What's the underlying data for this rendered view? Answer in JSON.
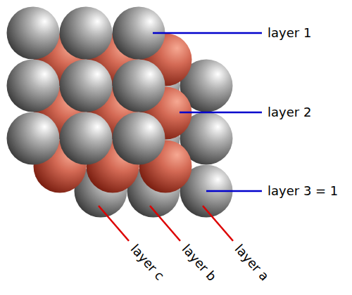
{
  "diagram": {
    "labels": [
      "layer 1",
      "layer 2",
      "layer 3 = 1",
      "layer c",
      "layer b",
      "layer a"
    ]
  }
}
